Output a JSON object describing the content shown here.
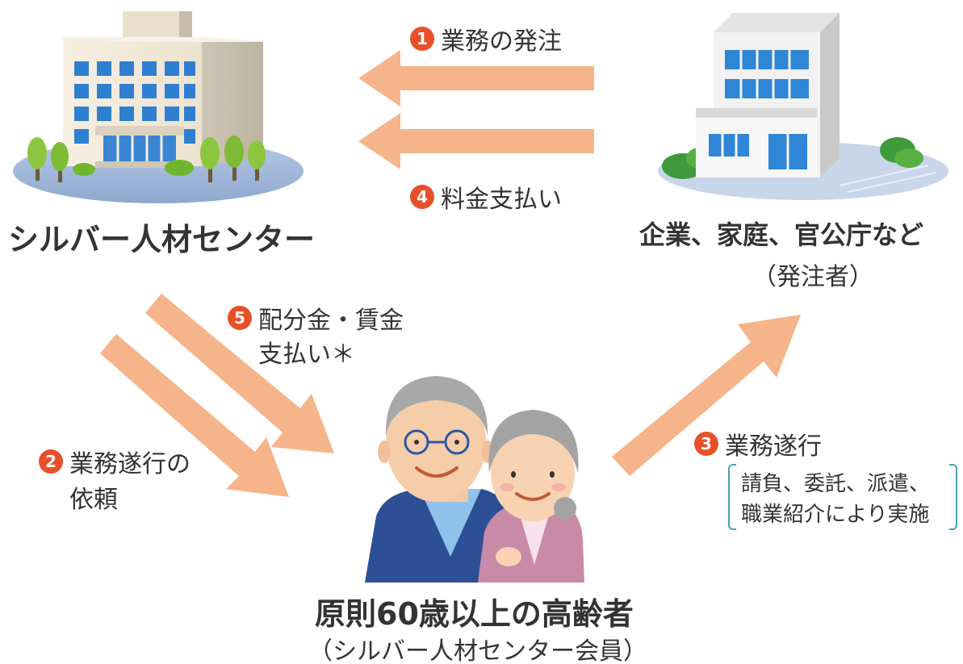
{
  "nodes": {
    "silver_center": "シルバー人材センター",
    "client": "企業、家庭、官公庁など",
    "client_sub": "（発注者）",
    "members": "原則60歳以上の高齢者",
    "members_sub": "（シルバー人材センター会員）"
  },
  "steps": [
    {
      "num": "1",
      "label": "業務の発注"
    },
    {
      "num": "2",
      "label_line1": "業務遂行の",
      "label_line2": "依頼"
    },
    {
      "num": "3",
      "label": "業務遂行"
    },
    {
      "num": "4",
      "label": "料金支払い"
    },
    {
      "num": "5",
      "label_line1": "配分金・賃金",
      "label_line2": "支払い＊"
    }
  ],
  "step3_note": {
    "line1": "請負、委託、派遣、",
    "line2": "職業紹介により実施"
  },
  "colors": {
    "arrow": "#f5b48a",
    "badge": "#e8502a",
    "bracket": "#4aa0b8"
  },
  "icons": {
    "silver_center": "office-building-icon",
    "client": "company-building-icon",
    "members": "elderly-couple-icon"
  }
}
